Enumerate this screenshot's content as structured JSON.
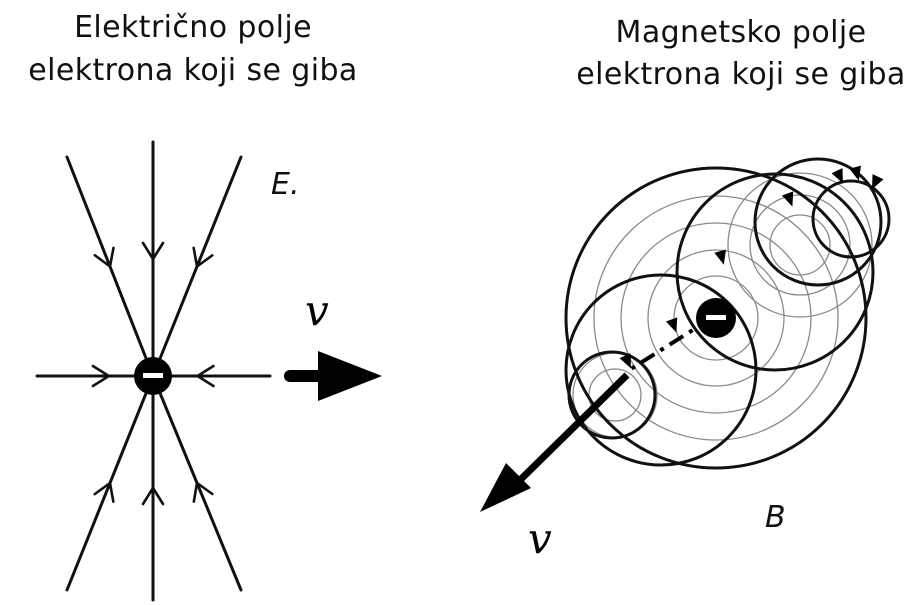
{
  "left_panel": {
    "title_line1": "Električno polje",
    "title_line2": "elektrona koji se giba",
    "field_label": "E.",
    "velocity_label": "v",
    "charge_sign": "−"
  },
  "right_panel": {
    "title_line1": "Magnetsko polje",
    "title_line2": "elektrona koji se giba",
    "field_label": "B",
    "velocity_label": "v",
    "charge_sign": "−"
  }
}
